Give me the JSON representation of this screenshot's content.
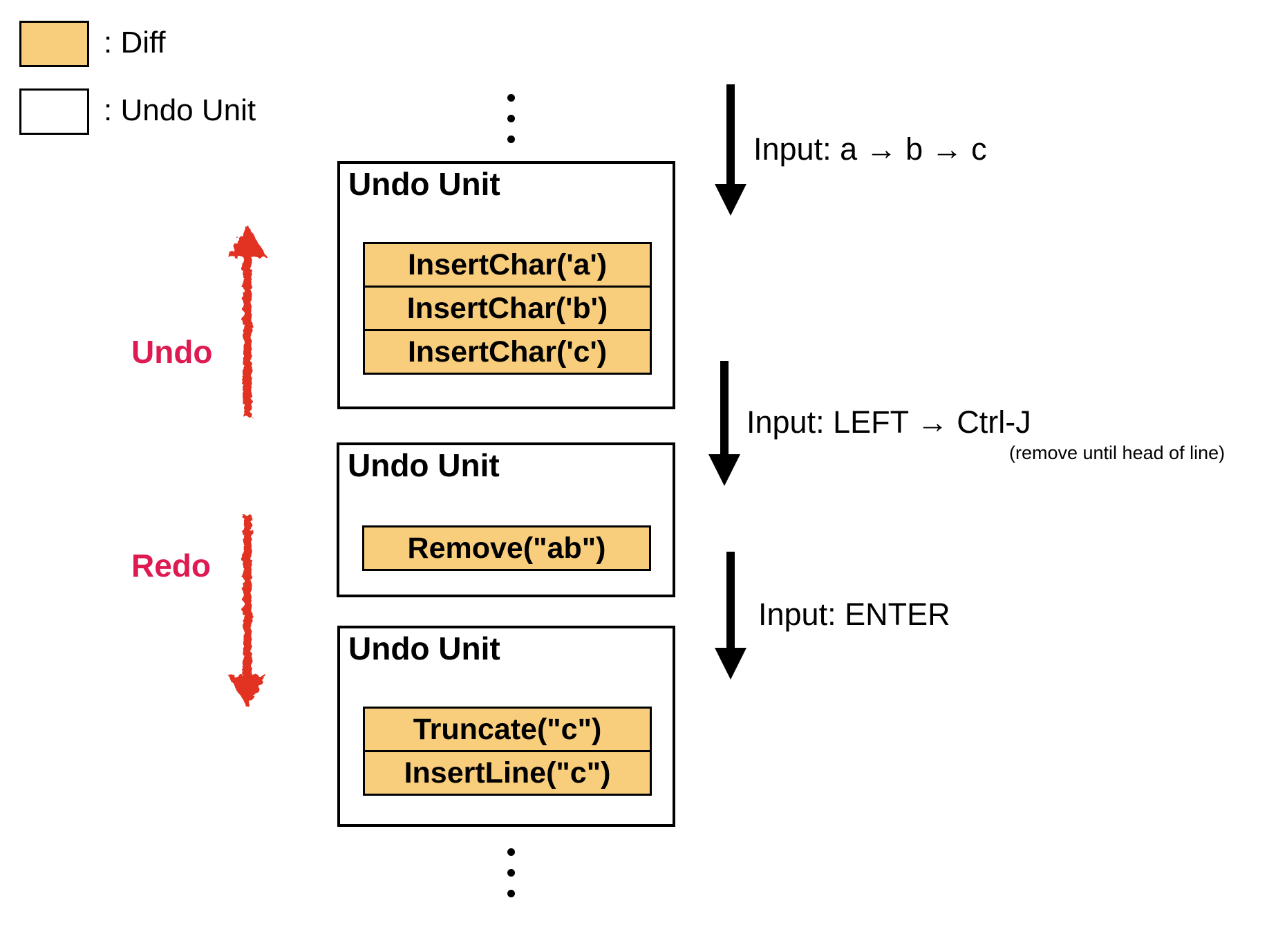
{
  "legend": {
    "items": [
      {
        "swatch": "diff",
        "label": ": Diff"
      },
      {
        "swatch": "undo-unit",
        "label": ": Undo Unit"
      }
    ]
  },
  "history": {
    "units": [
      {
        "title": "Undo Unit",
        "diffs": [
          "InsertChar('a')",
          "InsertChar('b')",
          "InsertChar('c')"
        ]
      },
      {
        "title": "Undo Unit",
        "diffs": [
          "Remove(\"ab\")"
        ]
      },
      {
        "title": "Undo Unit",
        "diffs": [
          "Truncate(\"c\")",
          "InsertLine(\"c\")"
        ]
      }
    ]
  },
  "direction_labels": {
    "undo": "Undo",
    "redo": "Redo"
  },
  "input_events": [
    {
      "label": "Input: a → b → c",
      "note": ""
    },
    {
      "label": "Input: LEFT → Ctrl-J",
      "note": "(remove until head of line)"
    },
    {
      "label": "Input: ENTER",
      "note": ""
    }
  ],
  "colors": {
    "diff_fill": "#F8CD7B",
    "red_arrow": "#E23122",
    "crimson_label": "#DE1A52",
    "line_black": "#000000"
  }
}
